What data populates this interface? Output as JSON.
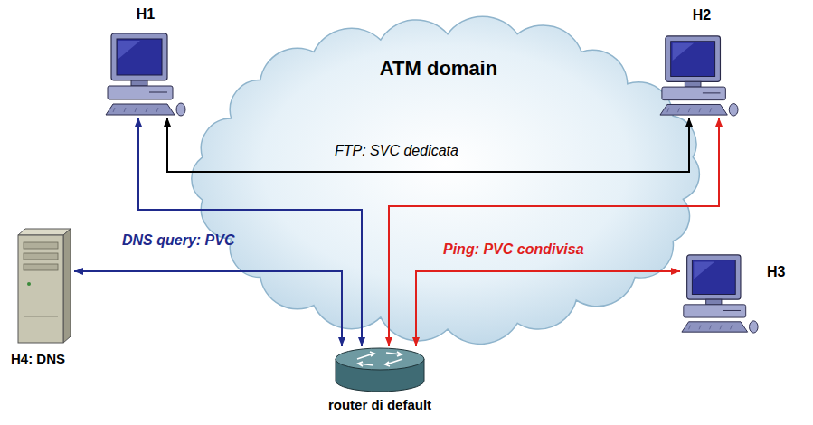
{
  "diagram": {
    "nodes": [
      {
        "text": [
          "H1"
        ]
      },
      {
        "text": [
          "H2"
        ]
      },
      {
        "text": [
          "ATM domain"
        ]
      },
      {
        "text": [
          "H4: DNS"
        ]
      },
      {
        "text": [
          "H3"
        ]
      },
      {
        "text": [
          "router di default"
        ]
      }
    ],
    "edges": [
      {
        "from": 0,
        "to": 1,
        "label": "FTP: SVC dedicata",
        "arrow": "both"
      },
      {
        "from": 0,
        "to": 5,
        "arrow": "both"
      },
      {
        "from": 5,
        "to": 3,
        "label": "DNS query: PVC",
        "arrow": "both"
      },
      {
        "from": 5,
        "to": 1,
        "arrow": "both"
      },
      {
        "from": 5,
        "to": 4,
        "label": "Ping: PVC condivisa",
        "arrow": "both"
      }
    ]
  }
}
